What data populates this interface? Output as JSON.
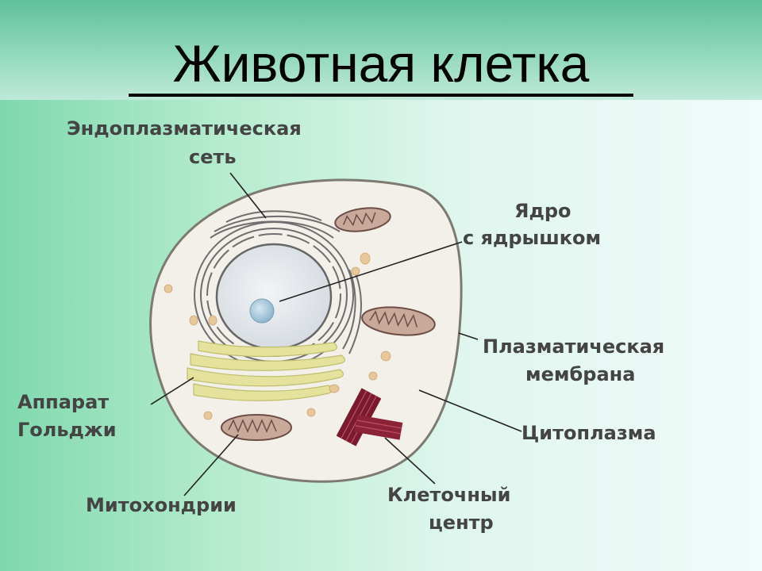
{
  "title": "Животная клетка",
  "colors": {
    "header_band": "#5fc09a",
    "background_left": "#7fd8ad",
    "background_right": "#f1fbfa",
    "cell_fill": "#f3f0ea",
    "golgi": "#e4e29c",
    "mitochondria": "#c9a99a",
    "centrosome": "#7a1a2e",
    "nucleolus": "#a9c8dc"
  },
  "labels": {
    "er_line1": "Эндоплазматическая",
    "er_line2": "сеть",
    "nucleus_line1": "Ядро",
    "nucleus_line2": "с ядрышком",
    "membrane_line1": "Плазматическая",
    "membrane_line2": "мембрана",
    "cytoplasm": "Цитоплазма",
    "golgi_line1": "Аппарат",
    "golgi_line2": "Гольджи",
    "mitochondria": "Митохондрии",
    "centrosome_line1": "Клеточный",
    "centrosome_line2": "центр"
  }
}
